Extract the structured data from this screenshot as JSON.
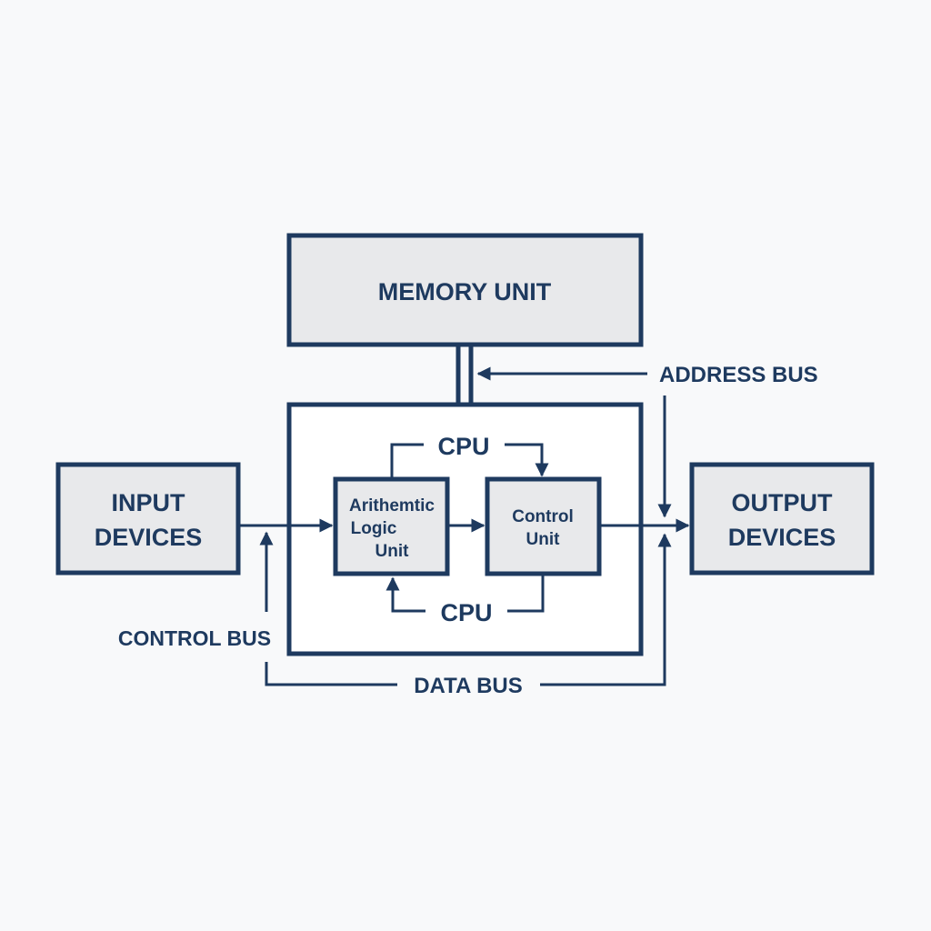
{
  "diagram": {
    "type": "computer-architecture-block-diagram",
    "colors": {
      "stroke": "#1e3a5f",
      "box_fill": "#e8e9eb",
      "background": "#f8f9fa"
    },
    "nodes": {
      "memory_unit": {
        "label": "MEMORY UNIT"
      },
      "input_devices": {
        "line1": "INPUT",
        "line2": "DEVICES"
      },
      "output_devices": {
        "line1": "OUTPUT",
        "line2": "DEVICES"
      },
      "alu": {
        "line1": "Arithemtic",
        "line2": "Logic",
        "line3": "Unit"
      },
      "control_unit": {
        "line1": "Control",
        "line2": "Unit"
      },
      "cpu_top_label": "CPU",
      "cpu_bottom_label": "CPU"
    },
    "buses": {
      "address_bus": "ADDRESS BUS",
      "control_bus": "CONTROL BUS",
      "data_bus": "DATA BUS"
    },
    "edges": [
      {
        "from": "input_devices",
        "to": "alu"
      },
      {
        "from": "alu",
        "to": "control_unit"
      },
      {
        "from": "control_unit",
        "to": "output_devices"
      },
      {
        "from": "alu",
        "to": "control_unit",
        "via": "cpu_top_label"
      },
      {
        "from": "control_unit",
        "to": "alu",
        "via": "cpu_bottom_label"
      },
      {
        "from": "address_bus",
        "to": "memory_unit"
      },
      {
        "from": "address_bus",
        "to": "output_devices"
      },
      {
        "from": "data_bus",
        "to": "output_devices"
      },
      {
        "from": "control_bus",
        "to": "input_devices"
      },
      {
        "from": "memory_unit",
        "to": "cpu"
      }
    ]
  }
}
